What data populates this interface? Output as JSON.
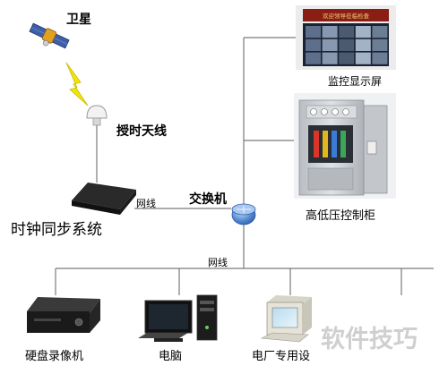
{
  "labels": {
    "satellite": "卫星",
    "antenna": "授时天线",
    "clock_system": "时钟同步系统",
    "network_cable_1": "网线",
    "switch": "交换机",
    "network_cable_2": "网线",
    "monitor_display": "监控显示屏",
    "hv_lv_cabinet": "高低压控制柜",
    "hdd_recorder": "硬盘录像机",
    "computer": "电脑",
    "plant_equipment": "电厂专用设",
    "watermark": "软件技巧"
  },
  "monitor_banner": "欢迎领导莅临检查",
  "colors": {
    "line": "#7a7a7a",
    "bolt": "#f2e600",
    "switch_blue": "#5b8fd6",
    "wall_dark": "#1b2233",
    "cabinet": "#c9ccd0"
  }
}
